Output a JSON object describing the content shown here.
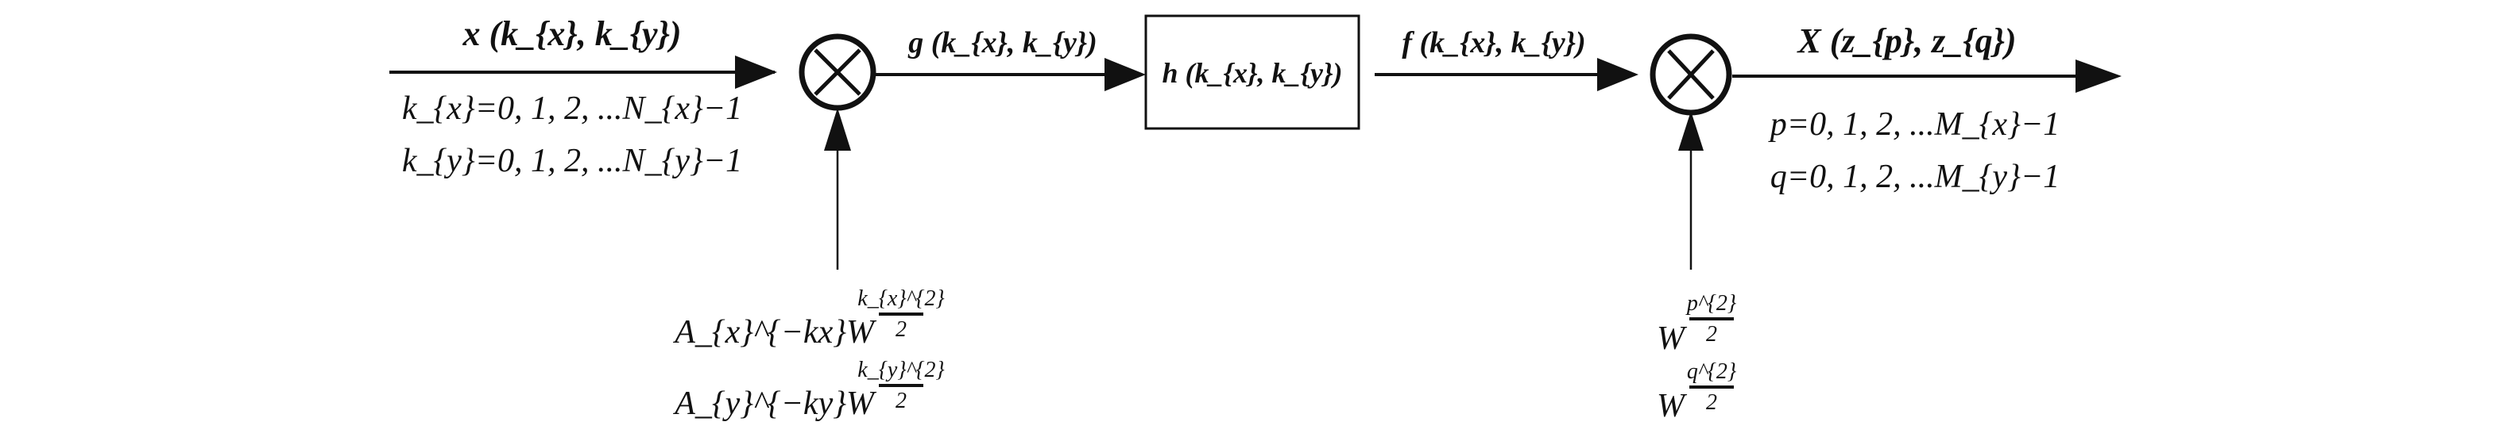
{
  "diagram": {
    "input_label": "x (k_{x}, k_{y})",
    "input_range_x": "k_{x}=0, 1, 2, ...N_{x}−1",
    "input_range_y": "k_{y}=0, 1, 2, ...N_{y}−1",
    "mult1_symbol": "⊗",
    "mult1_out_label": "g (k_{x}, k_{y})",
    "filter_label": "h (k_{x}, k_{y})",
    "filter_out_label": "f (k_{x}, k_{y})",
    "mult2_symbol": "⊗",
    "output_label": "X (z_{p}, z_{q})",
    "output_range_p": "p=0, 1, 2, ...M_{x}−1",
    "output_range_q": "q=0, 1, 2, ...M_{y}−1",
    "chirp1_row1": {
      "base": "A_{x}^{−kx}W",
      "numerator": "k_{x}^{2}",
      "denominator": "2"
    },
    "chirp1_row2": {
      "base": "A_{y}^{−ky}W",
      "numerator": "k_{y}^{2}",
      "denominator": "2"
    },
    "chirp2_row1": {
      "base": "W",
      "numerator": "p^{2}",
      "denominator": "2"
    },
    "chirp2_row2": {
      "base": "W",
      "numerator": "q^{2}",
      "denominator": "2"
    }
  }
}
